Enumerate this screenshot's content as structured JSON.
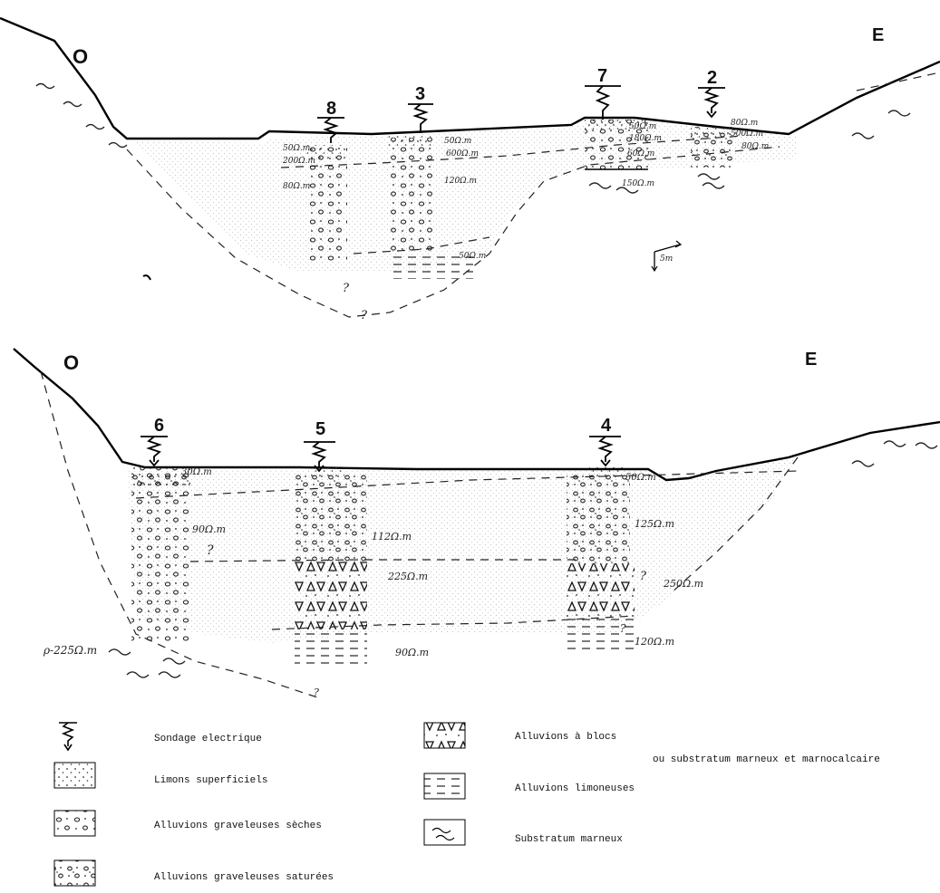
{
  "profile_top": {
    "orientation_left": "O",
    "orientation_right": "E",
    "soundings": [
      {
        "id": "8",
        "resistivities": [
          "50Ω.m",
          "200Ω.m",
          "80Ω.m"
        ]
      },
      {
        "id": "3",
        "resistivities": [
          "50Ω.m",
          "600Ω.m",
          "120Ω.m",
          "50Ω.m"
        ]
      },
      {
        "id": "7",
        "resistivities": [
          "50Ω.m",
          "180Ω.m",
          "60Ω.m",
          "150Ω.m"
        ]
      },
      {
        "id": "2",
        "resistivities": [
          "80Ω.m",
          "500Ω.m",
          "80Ω.m"
        ]
      }
    ],
    "scale_label": "5m",
    "question_marks": [
      "?",
      "?"
    ]
  },
  "profile_bottom": {
    "orientation_left": "O",
    "orientation_right": "E",
    "soundings": [
      {
        "id": "6",
        "resistivities": [
          "30Ω.m",
          "90Ω.m"
        ]
      },
      {
        "id": "5",
        "resistivities": [
          "112Ω.m",
          "225Ω.m",
          "90Ω.m"
        ]
      },
      {
        "id": "4",
        "resistivities": [
          "50Ω.m",
          "125Ω.m",
          "250Ω.m",
          "120Ω.m"
        ]
      }
    ],
    "substrate_label": "ρ-225Ω.m",
    "question_marks": [
      "?",
      "?",
      "?",
      "?"
    ]
  },
  "legend": {
    "left": [
      {
        "icon": "sounding-symbol",
        "label": "Sondage electrique"
      },
      {
        "icon": "fine-dots",
        "label": "Limons superficiels"
      },
      {
        "icon": "open-circles",
        "label": "Alluvions graveleuses sèches"
      },
      {
        "icon": "dots-circles",
        "label": "Alluvions graveleuses saturées"
      }
    ],
    "right": [
      {
        "icon": "triangles",
        "label": "Alluvions à blocs"
      },
      {
        "icon": "dashes",
        "label": "Alluvions limoneuses"
      },
      {
        "icon": "waves",
        "label": "Substratum marneux"
      }
    ],
    "note": "ou substratum marneux et marnocalcaire"
  }
}
